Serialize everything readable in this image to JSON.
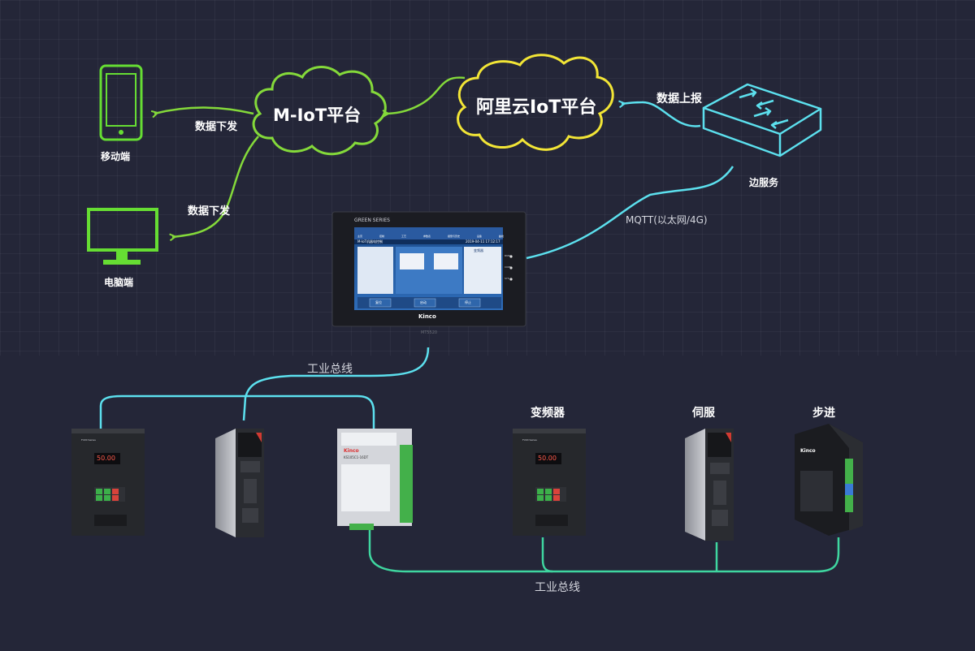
{
  "clouds": {
    "miot": "M-IoT平台",
    "aliyun": "阿里云IoT平台"
  },
  "endpoints": {
    "mobile": "移动端",
    "pc": "电脑端",
    "edge": "边服务"
  },
  "arrows": {
    "down_to_mobile": "数据下发",
    "down_to_pc": "数据下发",
    "report_up": "数据上报",
    "mqtt": "MQTT(以太网/4G)"
  },
  "hmi": {
    "series": "GREEN SERIES",
    "brand": "Kinco",
    "footer": "MT5520",
    "title_bar": "M-IoT机器电控制",
    "datetime": "2019-04-11 17:12:17",
    "tabs": [
      "主页",
      "控制",
      "工艺",
      "参数表",
      "报警与历史",
      "设备",
      "曲线"
    ],
    "panel_title": "变频器",
    "buttons": [
      "复位",
      "启动",
      "停止"
    ],
    "status_labels": [
      "RUN",
      "COM",
      "SYS"
    ]
  },
  "bus": {
    "top_label": "工业总线",
    "bottom_label": "工业总线"
  },
  "categories": {
    "vfd": "变频器",
    "servo": "伺服",
    "stepper": "步进"
  },
  "devices": {
    "vfd_display": "50.00",
    "vfd_series": "FV20 Series",
    "io_brand": "Kinco",
    "io_model": "KS105C1-16DT",
    "stepper_brand": "Kinco"
  },
  "colors": {
    "background": "#242638",
    "miot_cloud": "#84d93a",
    "aliyun_cloud": "#f2e536",
    "cyan_line": "#5ce0ee",
    "bus_bottom": "#3fd6a0",
    "device_green": "#66dd33"
  }
}
